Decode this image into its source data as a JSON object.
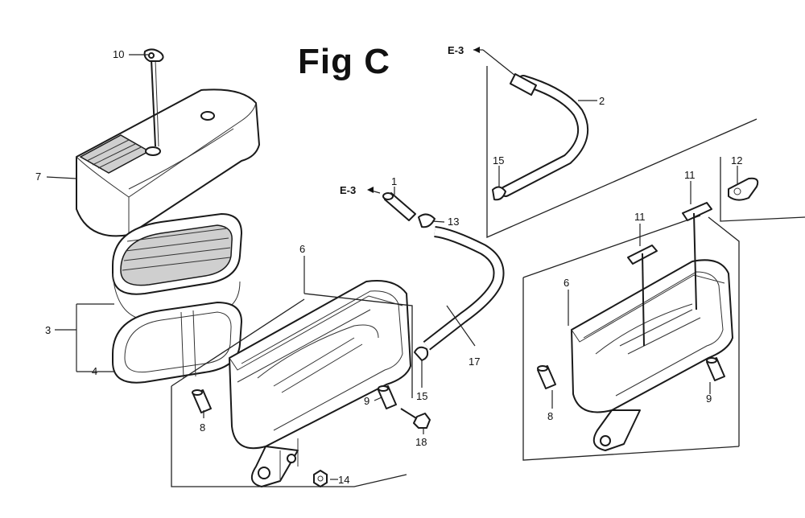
{
  "figure": {
    "title": "Fig C"
  },
  "callouts": {
    "c10": "10",
    "c7": "7",
    "c3": "3",
    "c4": "4",
    "c6_left": "6",
    "c8_left": "8",
    "c9_left": "9",
    "c14": "14",
    "c18": "18",
    "c15_lower": "15",
    "c17": "17",
    "c1": "1",
    "c13": "13",
    "c2": "2",
    "c15_upper": "15",
    "c12": "12",
    "c11_a": "11",
    "c11_b": "11",
    "c6_right": "6",
    "c8_right": "8",
    "c9_right": "9"
  },
  "references": {
    "e3_top": "E-3",
    "e3_mid": "E-3"
  }
}
